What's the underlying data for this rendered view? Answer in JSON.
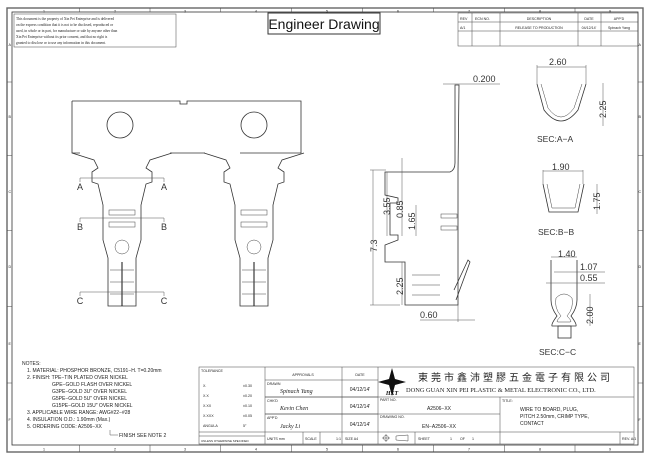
{
  "title": "Engineer Drawing",
  "disclaimer": [
    "This document is the property of Xin Pei Enterprise and is delivered",
    "on the express condition that it is not to be disclosed, reproduced or",
    "used, in whole or in part, for manufacture or sale by anyone other than",
    "Xin Pei Enterprise without its prior consent, and that no right is",
    "granted to disclose or to use any information in this document."
  ],
  "grid": {
    "columns": [
      "1",
      "2",
      "3",
      "4",
      "5",
      "6",
      "7",
      "8",
      "9"
    ],
    "rows": [
      "A",
      "B",
      "C",
      "D",
      "E",
      "F"
    ]
  },
  "rev_table": {
    "headers": [
      "REV",
      "ECN NO.",
      "DESCRIPTION",
      "DATE",
      "APP'D"
    ],
    "rows": [
      [
        "A/1",
        "",
        "RELEASE TO PRODUCTION",
        "04/12/14'",
        "Spinach Yang"
      ]
    ]
  },
  "dimensions": {
    "side": {
      "thickness": "0.200",
      "overall": "7.3",
      "d1": "3.55",
      "d2": "0.85",
      "d3": "1.65",
      "d4": "2.25",
      "bottom": "0.60"
    },
    "sec_a": {
      "label": "SEC:A−A",
      "width": "2.60",
      "height": "2.25"
    },
    "sec_b": {
      "label": "SEC:B−B",
      "width": "1.90",
      "height": "1.75"
    },
    "sec_c": {
      "label": "SEC:C−C",
      "width": "1.40",
      "w2": "1.07",
      "w3": "0.55",
      "height": "2.00"
    },
    "markers": [
      "A",
      "B",
      "C"
    ]
  },
  "notes": {
    "heading": "NOTES:",
    "lines": [
      "1. MATERIAL: PHOSPHOR BRONZE, C5191−H. T=0.20mm",
      "2. FINISH: TPE−TIN PLATED OVER NICKEL",
      "GPE−GOLD FLASH OVER NICKEL",
      "G3PE−GOLD 3U\" OVER NICKEL",
      "G5PE−GOLD 5U\" OVER NICKEL",
      "G15PE−GOLD 15U\" OVER NICKEL",
      "3. APPLICABLE WIRE RANGE: AWG#22−#28",
      "4. INSULATION O.D.: 1.90mm (Max.)",
      "5. ORDERING CODE: A2506−XX"
    ],
    "finish_note": "FINISH SEE NOTE 2"
  },
  "tolerance": {
    "heading": "TOLERANCE",
    "rows": [
      [
        "X.",
        "±0.30"
      ],
      [
        "X.X",
        "±0.20"
      ],
      [
        "X.XX",
        "±0.10"
      ],
      [
        "X.XXX",
        "±0.05"
      ],
      [
        "ANGULA",
        "5°"
      ]
    ],
    "footer": "UNLESS OTHERWISE SPECIFIED"
  },
  "approvals": {
    "heading": "APPROVALS",
    "date_heading": "DATE",
    "rows": [
      {
        "role": "DRAWN",
        "name": "Spinach Yang",
        "date": "04/12/14'"
      },
      {
        "role": "CHK'D",
        "name": "Kevin Chen",
        "date": "04/12/14'"
      },
      {
        "role": "APP'D",
        "name": "Jacky Li",
        "date": "04/12/14'"
      }
    ],
    "units": "UNITS mm",
    "scale_label": "SCALE",
    "scale": "1:1",
    "size": "SIZE A4"
  },
  "company": {
    "logo": "HXT",
    "name_cn": "東莞市鑫沛塑膠五金電子有限公司",
    "name_en": "DONG GUAN XIN PEI PLASTIC & METAL ELECTRONIC CO., LTD."
  },
  "part": {
    "part_no_label": "PART NO.",
    "part_no": "A2506−XX",
    "drawing_no_label": "DRAWING NO.",
    "drawing_no": "EN−A2506−XX",
    "sheet_label": "SHEET",
    "sheet": "1",
    "of_label": "OF",
    "sheets": "1",
    "title_label": "TITLE:",
    "title_lines": [
      "WIRE TO BOARD, PLUG,",
      "PITCH 2.50mm, CRIMP TYPE,",
      "CONTACT"
    ],
    "rev": "REV. A/1"
  }
}
